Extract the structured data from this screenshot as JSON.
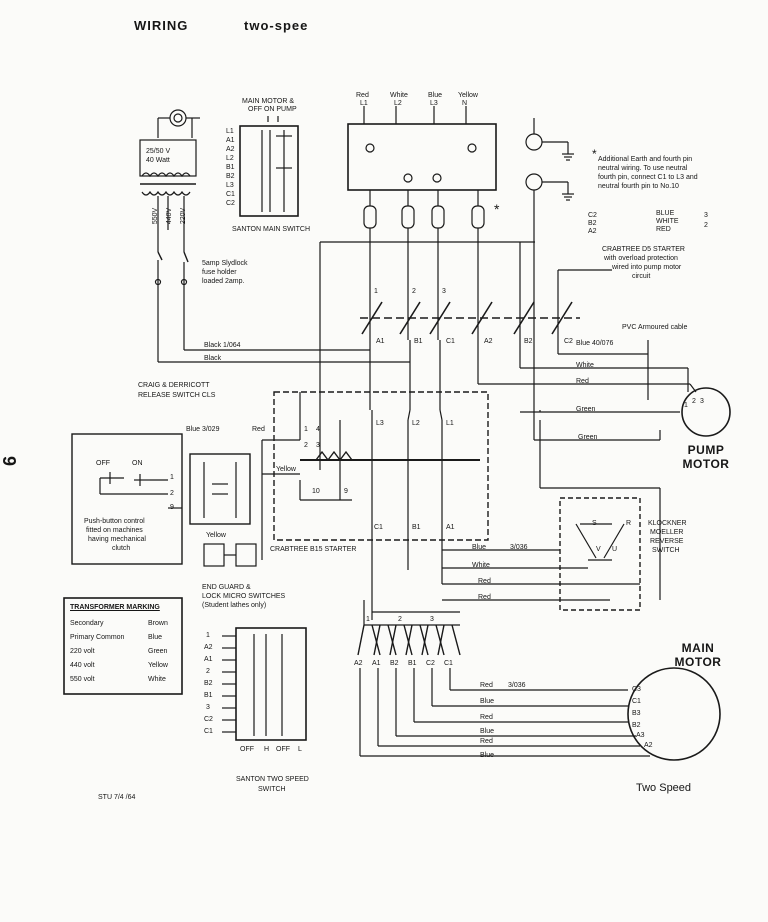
{
  "header": {
    "title_left": "WIRING",
    "title_right": "two-spee"
  },
  "page_number": "9",
  "terminals_top": {
    "colors": [
      "Red",
      "White",
      "Blue",
      "Yellow"
    ],
    "labels": [
      "L1",
      "L2",
      "L3",
      "N"
    ]
  },
  "transformer": {
    "rating_line1": "25/50 V",
    "rating_line2": "40 Watt",
    "taps": [
      "550V",
      "440V",
      "220V"
    ]
  },
  "main_motor_switch": {
    "header_line1": "MAIN MOTOR &",
    "header_line2": "OFF ON PUMP",
    "terminals": [
      "L1",
      "A1",
      "A2",
      "L2",
      "B1",
      "B2",
      "L3",
      "C1",
      "C2"
    ],
    "caption": "SANTON MAIN SWITCH"
  },
  "fuse_holder": {
    "line1": "5amp Slydlock",
    "line2": "fuse holder",
    "line3": "loaded 2amp."
  },
  "earth_note": {
    "mark": "*",
    "line1": "Additional Earth and fourth pin",
    "line2": "neutral wiring.  To use neutral",
    "line3": "fourth pin, connect C1 to L3 and",
    "line4": "neutral fourth pin to No.10"
  },
  "crabtree_d5": {
    "terminals": [
      "C2",
      "B2",
      "A2"
    ],
    "wires": [
      "BLUE",
      "WHITE",
      "RED"
    ],
    "nums": [
      "3",
      "2"
    ],
    "line1": "CRABTREE D5 STARTER",
    "line2": "with overload protection",
    "line3": "wired into pump motor",
    "line4": "circuit"
  },
  "contacts_row1": [
    "1",
    "2",
    "3"
  ],
  "contacts_row2": [
    "A1",
    "B1",
    "C1",
    "A2",
    "B2",
    "C2"
  ],
  "wire_labels": {
    "black_1064": "Black  1/064",
    "black": "Black",
    "blue_40076": "Blue  40/076",
    "pvc": "PVC  Armoured cable",
    "white": "White",
    "red": "Red",
    "green": "Green",
    "green2": "Green",
    "blue_3029": "Blue  3/029",
    "red_b15": "Red",
    "yellow_b15": "Yellow",
    "blue_3036": "Blue",
    "num_3036": "3/036",
    "white2": "White",
    "red2": "Red",
    "red3": "Red",
    "yellow2": "Yellow"
  },
  "pump_motor": {
    "label_line1": "PUMP",
    "label_line2": "MOTOR",
    "terms": [
      "1",
      "2",
      "3"
    ]
  },
  "release_switch": {
    "line1": "CRAIG & DERRICOTT",
    "line2": "RELEASE SWITCH CLS"
  },
  "pushbutton": {
    "off": "OFF",
    "on": "ON",
    "nums": [
      "1",
      "2",
      "9"
    ],
    "note_line1": "Push-button control",
    "note_line2": "fitted on machines",
    "note_line3": "having mechanical",
    "note_line4": "clutch"
  },
  "b15_starter": {
    "caption": "CRABTREE B15 STARTER",
    "top_terms": [
      "L3",
      "L2",
      "L1"
    ],
    "bottom_terms": [
      "C1",
      "B1",
      "A1"
    ],
    "coil_nums": [
      "1",
      "4",
      "2",
      "3"
    ],
    "aux_nums": [
      "10",
      "9"
    ]
  },
  "end_guard": {
    "line1": "END GUARD &",
    "line2": "LOCK MICRO SWITCHES",
    "line3": "(Student lathes only)"
  },
  "reverse_switch": {
    "line1": "KLOCKNER",
    "line2": "MOELLER",
    "line3": "REVERSE",
    "line4": "SWITCH",
    "terms": [
      "S",
      "R",
      "V",
      "U"
    ]
  },
  "transformer_marking": {
    "title": "TRANSFORMER MARKING",
    "rows": [
      {
        "label": "Secondary",
        "value": "Brown"
      },
      {
        "label": "Primary Common",
        "value": "Blue"
      },
      {
        "label": "220 volt",
        "value": "Green"
      },
      {
        "label": "440 volt",
        "value": "Yellow"
      },
      {
        "label": "550 volt",
        "value": "White"
      }
    ]
  },
  "two_speed_switch": {
    "terminals": [
      "1",
      "A2",
      "A1",
      "2",
      "B2",
      "B1",
      "3",
      "C2",
      "C1"
    ],
    "positions": [
      "OFF",
      "H",
      "OFF",
      "L"
    ],
    "caption_line1": "SANTON TWO SPEED",
    "caption_line2": "SWITCH"
  },
  "lower_contacts": {
    "nums": [
      "1",
      "2",
      "3"
    ],
    "labels": [
      "A2",
      "A1",
      "B2",
      "B1",
      "C2",
      "C1"
    ]
  },
  "main_motor": {
    "label_line1": "MAIN",
    "label_line2": "MOTOR",
    "terms": [
      "C3",
      "C1",
      "B3",
      "B2",
      "A3",
      "A2"
    ],
    "wires": [
      "Red",
      "Blue",
      "Red",
      "Blue",
      "Red",
      "Blue"
    ],
    "first_wire_num": "3/036"
  },
  "footer": {
    "ref": "STU 7/4 /64",
    "caption": "Two Speed"
  }
}
